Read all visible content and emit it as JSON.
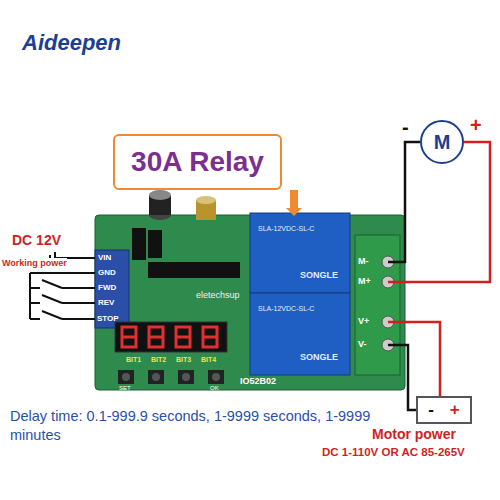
{
  "diagram": {
    "nodes": [
      {
        "text": [
          "30A Relay"
        ]
      },
      {
        "text": [
          "M"
        ]
      },
      {
        "text": [
          "-",
          "+"
        ]
      }
    ],
    "labels": [
      "Aideepen",
      "-",
      "+",
      "DC 12V",
      "Working power",
      "VIN",
      "GND",
      "FWD",
      "REV",
      "STOP",
      "eletechsup",
      "BIT1",
      "BIT2",
      "BIT3",
      "BIT4",
      "SET",
      "OK",
      "IO52B02",
      "SLA-12VDC-SL-C",
      "SONGLE",
      "SLA-12VDC-SL-C",
      "SONGLE",
      "M-",
      "M+",
      "V+",
      "V-",
      "Delay time: 0.1-999.9 seconds, 1-9999 seconds, 1-9999 minutes",
      "Motor power",
      "DC 1-110V OR AC 85-265V"
    ]
  }
}
